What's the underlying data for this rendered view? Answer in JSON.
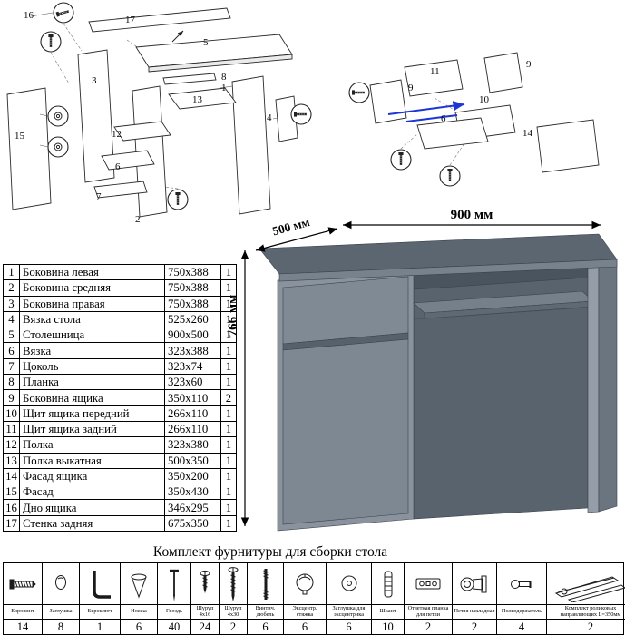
{
  "parts_table": {
    "rows": [
      {
        "num": "1",
        "name": "Боковина левая",
        "size": "750x388",
        "qty": "1"
      },
      {
        "num": "2",
        "name": "Боковина средняя",
        "size": "750x388",
        "qty": "1"
      },
      {
        "num": "3",
        "name": "Боковина правая",
        "size": "750x388",
        "qty": "1"
      },
      {
        "num": "4",
        "name": "Вязка стола",
        "size": "525x260",
        "qty": "1"
      },
      {
        "num": "5",
        "name": "Столешница",
        "size": "900x500",
        "qty": "1"
      },
      {
        "num": "6",
        "name": "Вязка",
        "size": "323x388",
        "qty": "1"
      },
      {
        "num": "7",
        "name": "Цоколь",
        "size": "323x74",
        "qty": "1"
      },
      {
        "num": "8",
        "name": "Планка",
        "size": "323x60",
        "qty": "1"
      },
      {
        "num": "9",
        "name": "Боковина ящика",
        "size": "350x110",
        "qty": "2"
      },
      {
        "num": "10",
        "name": "Щит ящика передний",
        "size": "266x110",
        "qty": "1"
      },
      {
        "num": "11",
        "name": "Щит ящика задний",
        "size": "266x110",
        "qty": "1"
      },
      {
        "num": "12",
        "name": "Полка",
        "size": "323x380",
        "qty": "1"
      },
      {
        "num": "13",
        "name": "Полка выкатная",
        "size": "500x350",
        "qty": "1"
      },
      {
        "num": "14",
        "name": "Фасад ящика",
        "size": "350x200",
        "qty": "1"
      },
      {
        "num": "15",
        "name": "Фасад",
        "size": "350x430",
        "qty": "1"
      },
      {
        "num": "16",
        "name": "Дно ящика",
        "size": "346x295",
        "qty": "1"
      },
      {
        "num": "17",
        "name": "Стенка задняя",
        "size": "675x350",
        "qty": "1"
      }
    ]
  },
  "dimensions": {
    "width": "900 мм",
    "depth": "500 мм",
    "height": "766 мм"
  },
  "diagram_left": {
    "labels": {
      "n16": "16",
      "n17": "17",
      "n5": "5",
      "n8": "8",
      "n3": "3",
      "n13": "13",
      "n12": "12",
      "n15": "15",
      "n6": "6",
      "n1": "1",
      "n7": "7",
      "n2": "2",
      "n4": "4"
    }
  },
  "diagram_right": {
    "labels": {
      "n11": "11",
      "n9a": "9",
      "n9b": "9",
      "n10": "10",
      "n6": "6",
      "n14": "14"
    }
  },
  "hardware": {
    "title": "Комплект фурнитуры для сборки стола",
    "accent_blue": "#1b35d6",
    "items": [
      {
        "label": "Евровинт",
        "qty": "14",
        "icon": "confirmat-screw-icon"
      },
      {
        "label": "Заглушка",
        "qty": "8",
        "icon": "cap-icon"
      },
      {
        "label": "Евроключ",
        "qty": "1",
        "icon": "hex-key-icon"
      },
      {
        "label": "Ножка",
        "qty": "6",
        "icon": "foot-glide-icon"
      },
      {
        "label": "Гвоздь",
        "qty": "40",
        "icon": "nail-icon"
      },
      {
        "label": "Шуруп 4x16",
        "qty": "24",
        "icon": "screw-short-icon"
      },
      {
        "label": "Шуруп 4x30",
        "qty": "2",
        "icon": "screw-long-icon"
      },
      {
        "label": "Винтич. дюбель",
        "qty": "6",
        "icon": "threaded-dowel-icon"
      },
      {
        "label": "Эксцентр. стяжка",
        "qty": "6",
        "icon": "cam-lock-icon"
      },
      {
        "label": "Заглушка для эксцентрика",
        "qty": "6",
        "icon": "cam-cap-icon"
      },
      {
        "label": "Шкант",
        "qty": "10",
        "icon": "wood-dowel-icon"
      },
      {
        "label": "Ответная планка для петли",
        "qty": "2",
        "icon": "hinge-plate-icon"
      },
      {
        "label": "Петля накладная",
        "qty": "2",
        "icon": "hinge-icon"
      },
      {
        "label": "Полкодержатель",
        "qty": "4",
        "icon": "shelf-pin-icon"
      },
      {
        "label": "Комплект роликовых направляющих L=350мм",
        "qty": "2",
        "icon": "drawer-slides-icon"
      }
    ]
  }
}
